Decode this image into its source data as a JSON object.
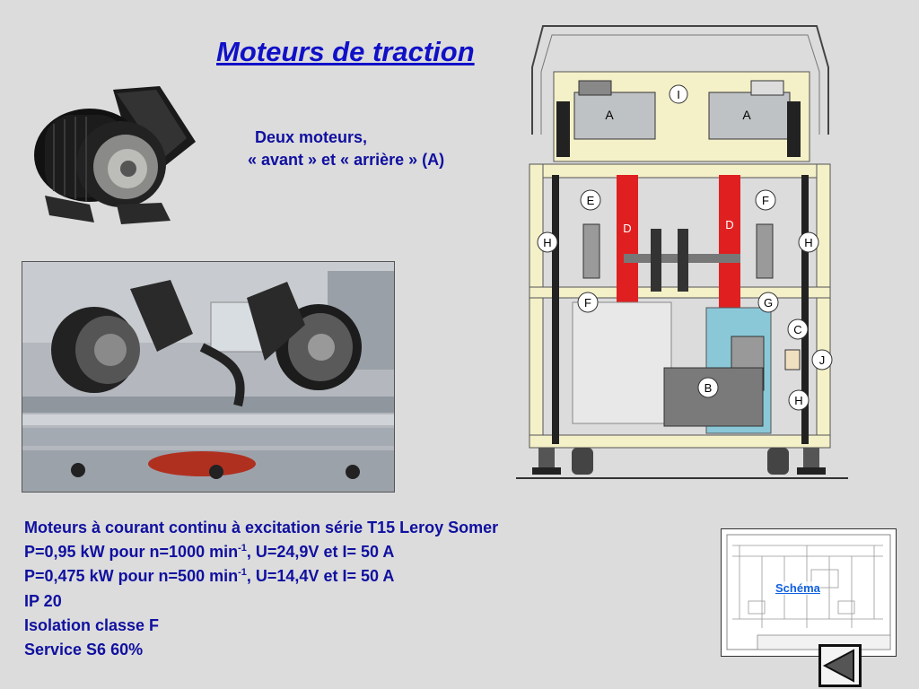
{
  "title": "Moteurs de traction",
  "intro": {
    "line1": "Deux moteurs,",
    "line2": "« avant » et « arrière » (A)"
  },
  "specs": {
    "line1": "Moteurs à courant continu à excitation série T15 Leroy Somer",
    "line2_pre": "P=0,95 kW pour n=1000 min",
    "line2_sup": "-1",
    "line2_post": ", U=24,9V et I= 50 A",
    "line3_pre": "P=0,475 kW pour n=500 min",
    "line3_sup": "-1",
    "line3_post": ", U=14,4V et I= 50 A",
    "line4": "IP 20",
    "line5": "Isolation classe F",
    "line6": "Service S6  60%"
  },
  "diagram_labels": {
    "motor_a_left": "A",
    "motor_a_right": "A",
    "i": "I",
    "e": "E",
    "f_top": "F",
    "d_left": "D",
    "d_right": "D",
    "h_left": "H",
    "h_right": "H",
    "f_bottom": "F",
    "g": "G",
    "c": "C",
    "j": "J",
    "b": "B",
    "h_bottom": "H"
  },
  "schema_link": "Schéma",
  "colors": {
    "title_blue": "#1010c8",
    "text_navy": "#1010a0",
    "belt_red": "#e02020",
    "frame_cream": "#f4f0c8",
    "link_blue": "#1060e0"
  },
  "icons": {
    "back": "back-triangle-icon"
  }
}
